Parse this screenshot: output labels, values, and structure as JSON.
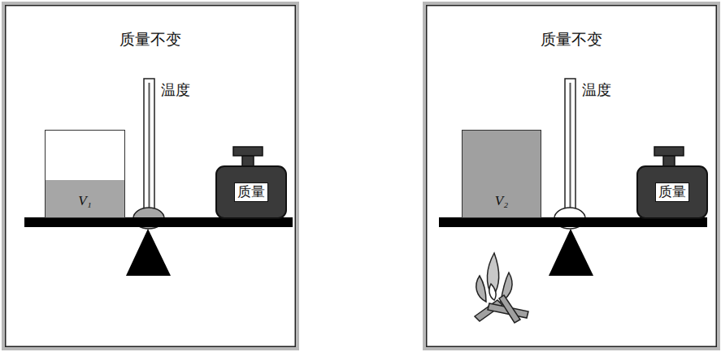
{
  "diagram": {
    "nodes": [
      {
        "text": [
          "质量不变"
        ]
      },
      {
        "text": [
          "V₁"
        ],
        "in": 0
      },
      {
        "text": [
          "质量"
        ],
        "in": 0
      },
      {
        "text": [
          "质量不变"
        ]
      },
      {
        "text": [
          "V₂"
        ],
        "in": 3
      },
      {
        "text": [
          "质量"
        ],
        "in": 3
      }
    ],
    "labels": [
      "温度",
      "温度"
    ]
  }
}
